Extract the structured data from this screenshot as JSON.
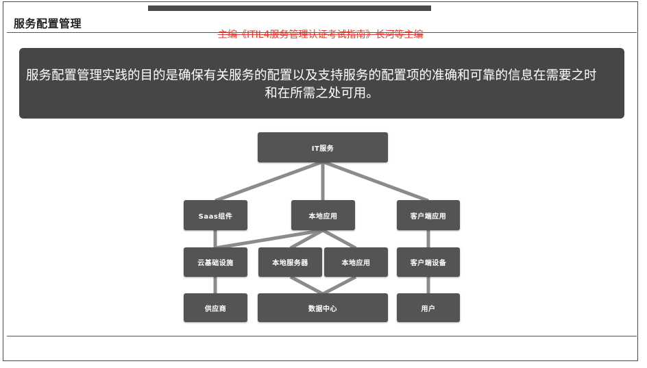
{
  "page": {
    "title": "服务配置管理",
    "subtitle": "主编《ITIL4服务管理认证考试指南》长河等主编",
    "purpose_line1": "服务配置管理实践的目的是确保有关服务的配置以及支持服务的配置项的准确和可靠的信息在需要之时",
    "purpose_line2": "和在所需之处可用。"
  },
  "diagram": {
    "nodes": {
      "it_service": "IT服务",
      "saas": "Saas组件",
      "local_app_top": "本地应用",
      "client_app": "客户端应用",
      "cloud_infra": "云基础设施",
      "local_server": "本地服务器",
      "local_app_mid": "本地应用",
      "client_device": "客户端设备",
      "supplier": "供应商",
      "data_center": "数据中心",
      "user": "用户"
    }
  },
  "colors": {
    "banner_bg": "#474644",
    "node_bg": "#555452",
    "connector": "#8c8b8a",
    "subtitle_red": "#e03a2f"
  }
}
